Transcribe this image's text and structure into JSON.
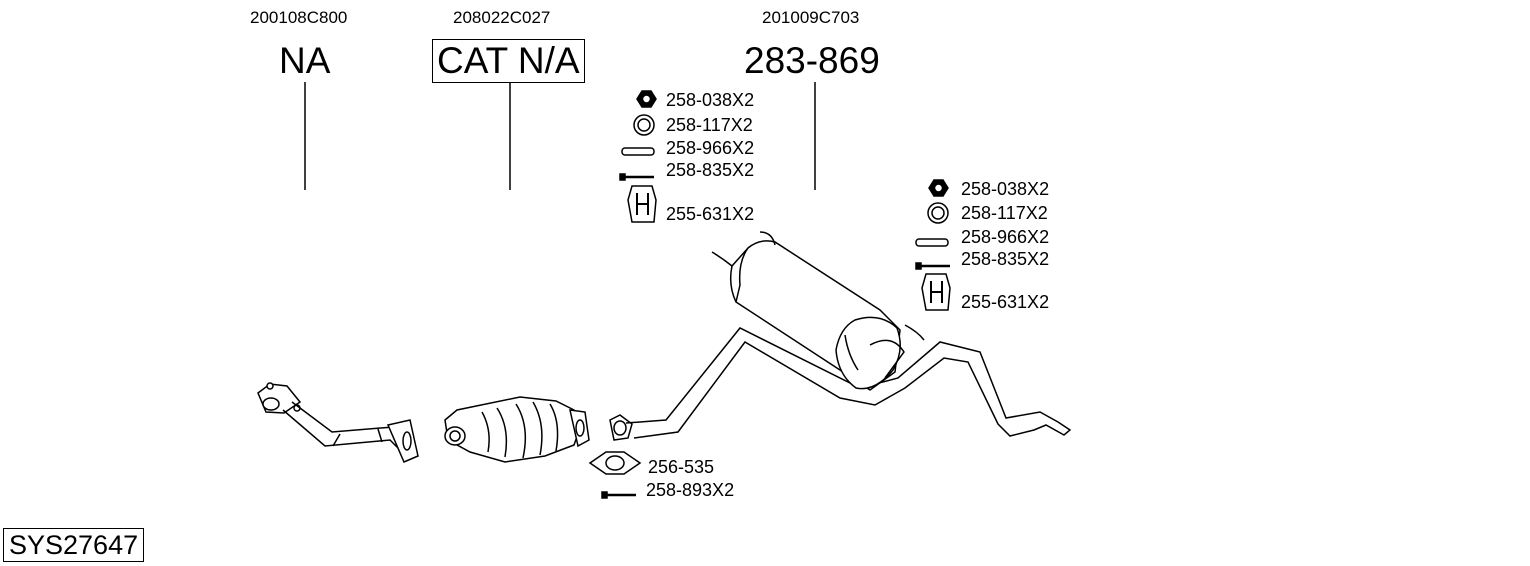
{
  "system_code": "SYS27647",
  "sections": [
    {
      "oem": "200108C800",
      "part": "NA"
    },
    {
      "oem": "208022C027",
      "part": "CAT N/A"
    },
    {
      "oem": "201009C703",
      "part": "283-869"
    }
  ],
  "fittings_front": [
    {
      "icon": "nut-icon",
      "label": "258-038X2"
    },
    {
      "icon": "ring-gasket-icon",
      "label": "258-117X2"
    },
    {
      "icon": "sleeve-icon",
      "label": "258-966X2"
    },
    {
      "icon": "bolt-icon",
      "label": "258-835X2"
    },
    {
      "icon": "rubber-hanger-icon",
      "label": "255-631X2"
    }
  ],
  "fittings_rear": [
    {
      "icon": "nut-icon",
      "label": "258-038X2"
    },
    {
      "icon": "ring-gasket-icon",
      "label": "258-117X2"
    },
    {
      "icon": "sleeve-icon",
      "label": "258-966X2"
    },
    {
      "icon": "bolt-icon",
      "label": "258-835X2"
    },
    {
      "icon": "rubber-hanger-icon",
      "label": "255-631X2"
    }
  ],
  "fittings_cat": [
    {
      "icon": "flange-gasket-icon",
      "label": "256-535"
    },
    {
      "icon": "bolt-icon",
      "label": "258-893X2"
    }
  ]
}
